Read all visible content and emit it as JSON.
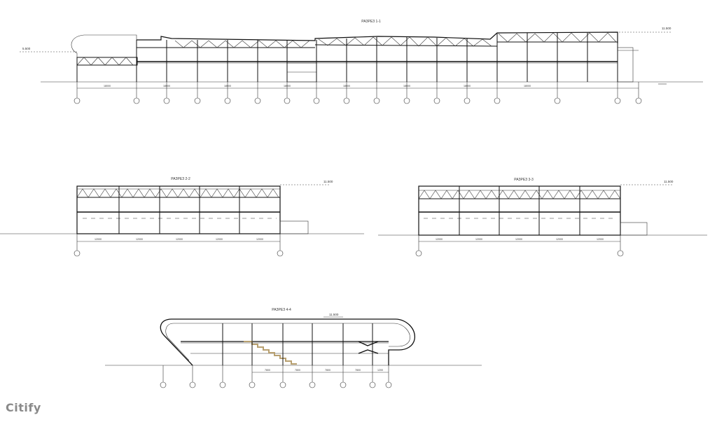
{
  "sheet": {
    "watermark": "Citify",
    "sections": [
      {
        "id": "section-long",
        "title": "РАЗРЕЗ 1-1",
        "level_left": "5.500",
        "level_right": "11.500",
        "bay_dims": [
          "18000",
          "18000",
          "18000",
          "18000",
          "18000",
          "18000",
          "18000",
          "18000"
        ]
      },
      {
        "id": "section-mid-left",
        "title": "РАЗРЕЗ 2-2",
        "level_right": "11.500",
        "bay_dims": [
          "12000",
          "12000",
          "12000",
          "12000",
          "12000"
        ]
      },
      {
        "id": "section-mid-right",
        "title": "РАЗРЕЗ 3-3",
        "level_right": "11.500",
        "bay_dims": [
          "12000",
          "12000",
          "12000",
          "12000",
          "12000"
        ]
      },
      {
        "id": "section-bottom",
        "title": "РАЗРЕЗ 4-4",
        "level_top": "11.500",
        "bay_dims": [
          "7800",
          "7800",
          "7800",
          "7800",
          "1200"
        ]
      }
    ]
  }
}
